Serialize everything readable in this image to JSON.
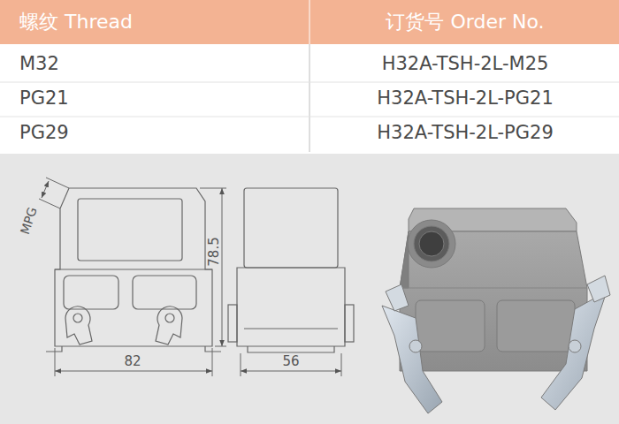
{
  "diagram": {
    "labels": [
      "螺纹 Thread",
      "订货号 Order No.",
      "M32",
      "H32A-TSH-2L-M25",
      "PG21",
      "H32A-TSH-2L-PG21",
      "PG29",
      "H32A-TSH-2L-PG29",
      "MPG",
      "78.5",
      "82",
      "56"
    ]
  }
}
